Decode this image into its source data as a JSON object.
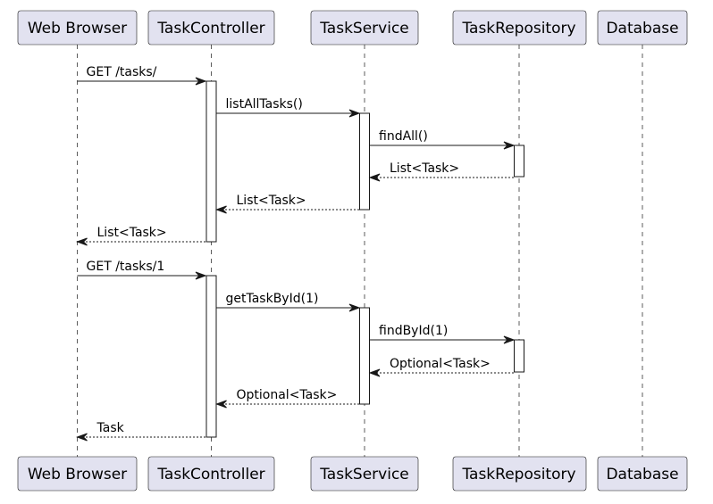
{
  "participants": [
    {
      "id": "browser",
      "name": "Web Browser"
    },
    {
      "id": "controller",
      "name": "TaskController"
    },
    {
      "id": "service",
      "name": "TaskService"
    },
    {
      "id": "repository",
      "name": "TaskRepository"
    },
    {
      "id": "database",
      "name": "Database"
    }
  ],
  "messages": [
    {
      "id": "m1",
      "from": "browser",
      "to": "controller",
      "label": "GET /tasks/",
      "kind": "call"
    },
    {
      "id": "m2",
      "from": "controller",
      "to": "service",
      "label": "listAllTasks()",
      "kind": "call"
    },
    {
      "id": "m3",
      "from": "service",
      "to": "repository",
      "label": "findAll()",
      "kind": "call"
    },
    {
      "id": "m4",
      "from": "repository",
      "to": "service",
      "label": "List<Task>",
      "kind": "reply"
    },
    {
      "id": "m5",
      "from": "service",
      "to": "controller",
      "label": "List<Task>",
      "kind": "reply"
    },
    {
      "id": "m6",
      "from": "controller",
      "to": "browser",
      "label": "List<Task>",
      "kind": "reply"
    },
    {
      "id": "m7",
      "from": "browser",
      "to": "controller",
      "label": "GET /tasks/1",
      "kind": "call"
    },
    {
      "id": "m8",
      "from": "controller",
      "to": "service",
      "label": "getTaskById(1)",
      "kind": "call"
    },
    {
      "id": "m9",
      "from": "service",
      "to": "repository",
      "label": "findById(1)",
      "kind": "call"
    },
    {
      "id": "m10",
      "from": "repository",
      "to": "service",
      "label": "Optional<Task>",
      "kind": "reply"
    },
    {
      "id": "m11",
      "from": "service",
      "to": "controller",
      "label": "Optional<Task>",
      "kind": "reply"
    },
    {
      "id": "m12",
      "from": "controller",
      "to": "browser",
      "label": "Task",
      "kind": "reply"
    }
  ],
  "colors": {
    "participant_fill": "#e2e2f0",
    "stroke": "#181818",
    "background": "#ffffff"
  }
}
